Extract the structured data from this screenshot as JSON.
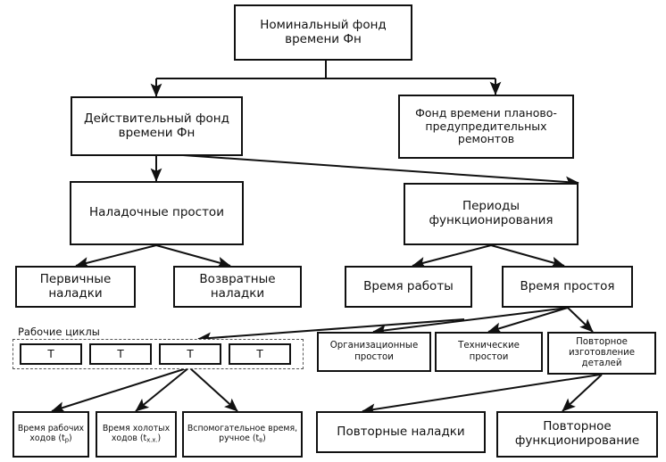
{
  "diagram": {
    "title_text": "Номинальный фонд времени Фн",
    "language": "ru",
    "line_color": "#111111",
    "box_fill": "#ffffff",
    "dashed_group_color": "#555555"
  },
  "nodes": {
    "nominal_fund": "Номинальный фонд времени Фн",
    "actual_fund": "Действительный фонд времени Фн",
    "ppr_fund": "Фонд времени планово-предупредительных ремонтов",
    "setup_downtime": "Наладочные простои",
    "operation_periods": "Периоды функционирования",
    "primary_setups": "Первичные наладки",
    "return_setups": "Возвратные наладки",
    "work_time": "Время работы",
    "idle_time": "Время простоя",
    "org_downtime": "Организационные простои",
    "tech_downtime": "Технические простои",
    "repeat_manufacture": "Повторное изготовление деталей",
    "repeat_setups": "Повторные наладки",
    "repeat_operation": "Повторное функционирование",
    "work_cycles_label": "Рабочие циклы",
    "cycle_items": [
      "T",
      "T",
      "T",
      "T"
    ],
    "work_stroke_time": "Время рабочих ходов (tр)",
    "idle_stroke_time": "Время холотых ходов (tх.х.)",
    "auxiliary_time": "Вспомогательное время, ручное (tв)"
  },
  "edges": [
    {
      "from": "nominal_fund",
      "to": "actual_fund",
      "style": "orthogonal"
    },
    {
      "from": "nominal_fund",
      "to": "ppr_fund",
      "style": "orthogonal"
    },
    {
      "from": "actual_fund",
      "to": "setup_downtime",
      "style": "orthogonal"
    },
    {
      "from": "actual_fund",
      "to": "operation_periods",
      "style": "diagonal"
    },
    {
      "from": "setup_downtime",
      "to": "primary_setups",
      "style": "diagonal"
    },
    {
      "from": "setup_downtime",
      "to": "return_setups",
      "style": "diagonal"
    },
    {
      "from": "operation_periods",
      "to": "work_time",
      "style": "diagonal"
    },
    {
      "from": "operation_periods",
      "to": "idle_time",
      "style": "diagonal"
    },
    {
      "from": "work_time",
      "to": "work_cycles_group",
      "style": "diagonal"
    },
    {
      "from": "idle_time",
      "to": "org_downtime",
      "style": "diagonal"
    },
    {
      "from": "idle_time",
      "to": "tech_downtime",
      "style": "diagonal"
    },
    {
      "from": "idle_time",
      "to": "repeat_manufacture",
      "style": "diagonal"
    },
    {
      "from": "cycle_item_3",
      "to": "work_stroke_time",
      "style": "diagonal"
    },
    {
      "from": "cycle_item_3",
      "to": "idle_stroke_time",
      "style": "diagonal"
    },
    {
      "from": "cycle_item_3",
      "to": "auxiliary_time",
      "style": "diagonal"
    },
    {
      "from": "repeat_manufacture",
      "to": "repeat_setups",
      "style": "diagonal"
    },
    {
      "from": "repeat_manufacture",
      "to": "repeat_operation",
      "style": "diagonal"
    }
  ]
}
